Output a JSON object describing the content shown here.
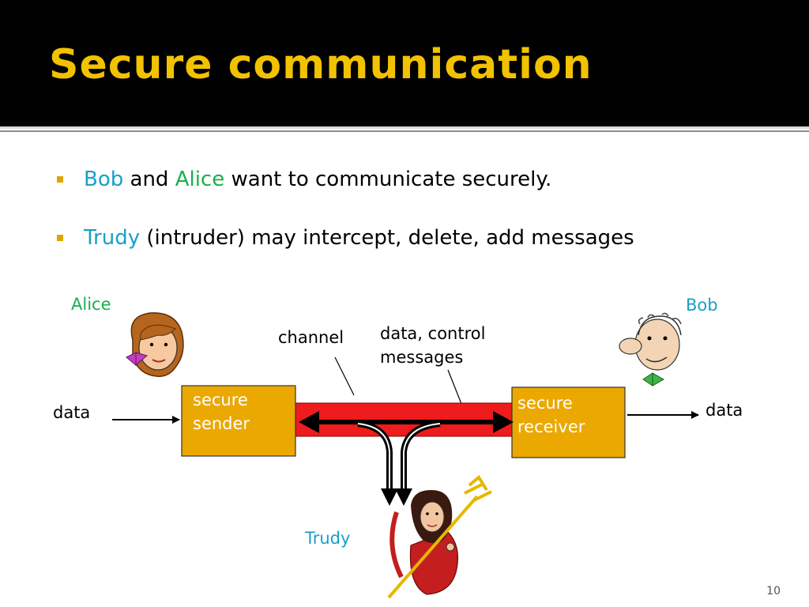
{
  "slide": {
    "title": "Secure communication",
    "page_number": "10"
  },
  "bullets": [
    {
      "segments": [
        "Bob",
        " and ",
        "Alice",
        " want to communicate securely."
      ]
    },
    {
      "segments": [
        "Trudy",
        " (intruder) may intercept, delete, add messages"
      ]
    }
  ],
  "diagram": {
    "alice_label": "Alice",
    "bob_label": "Bob",
    "trudy_label": "Trudy",
    "channel_label": "channel",
    "data_control_label_line1": "data, control",
    "data_control_label_line2": "messages",
    "sender_line1": "secure",
    "sender_line2": "sender",
    "receiver_line1": "secure",
    "receiver_line2": "receiver",
    "data_in_label": "data",
    "data_out_label": "data"
  },
  "colors": {
    "title": "#f2c200",
    "box_fill": "#eba800",
    "channel": "#ee1c1c",
    "name_teal": "#1aa0c8",
    "name_green": "#18b04a",
    "bullet_mark": "#e0a400"
  }
}
